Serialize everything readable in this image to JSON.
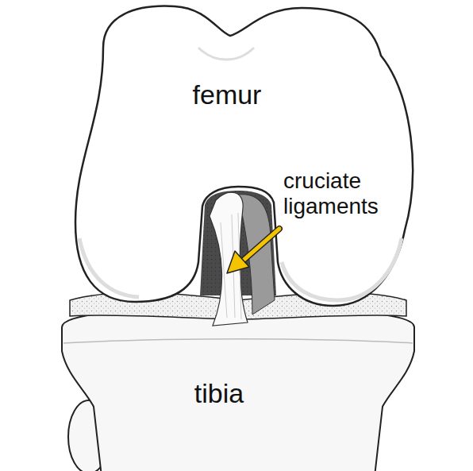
{
  "diagram": {
    "labels": [
      "femur",
      "cruciate ligaments",
      "tibia"
    ]
  }
}
